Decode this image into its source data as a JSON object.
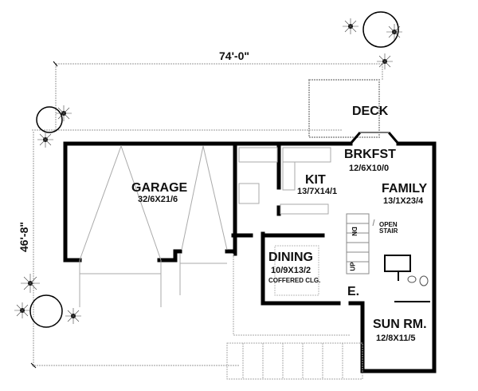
{
  "plan": {
    "overall_width": "74'-0\"",
    "overall_depth": "46'-8\"",
    "rooms": [
      {
        "name": "GARAGE",
        "size": "32/6X21/6"
      },
      {
        "name": "KIT",
        "size": "13/7X14/1"
      },
      {
        "name": "BRKFST",
        "size": "12/6X10/0"
      },
      {
        "name": "FAMILY",
        "size": "13/1X23/4"
      },
      {
        "name": "DINING",
        "size": "10/9X13/2",
        "note": "COFFERED CLG."
      },
      {
        "name": "SUN RM.",
        "size": "12/8X11/5"
      },
      {
        "name": "DECK"
      },
      {
        "name": "E."
      }
    ],
    "annotations": {
      "open_stair": "OPEN STAIR",
      "stair_up": "UP",
      "stair_dn": "DN"
    }
  },
  "colors": {
    "wall": "#000000",
    "thin": "#888888",
    "background": "#ffffff"
  }
}
